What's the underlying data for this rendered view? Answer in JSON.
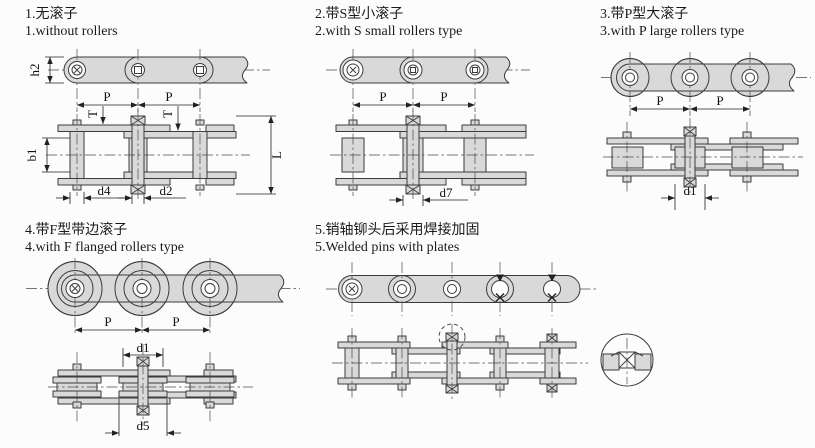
{
  "colors": {
    "steel_fill": "#d9d9d9",
    "line": "#3c3c3c",
    "dim_line": "#222222",
    "text": "#1a1a1a",
    "background": "#fcfcfc"
  },
  "sections": {
    "s1": {
      "title_zh": "1.无滚子",
      "title_en": "1.without rollers",
      "dims": {
        "h2": "h2",
        "p": "P",
        "t": "T",
        "b1": "b1",
        "l": "L",
        "d4": "d4",
        "d2": "d2"
      }
    },
    "s2": {
      "title_zh": "2.带S型小滚子",
      "title_en": "2.with S small rollers type",
      "dims": {
        "p": "P",
        "d7": "d7"
      }
    },
    "s3": {
      "title_zh": "3.带P型大滚子",
      "title_en": "3.with P large rollers type",
      "dims": {
        "p": "P",
        "d1": "d1"
      }
    },
    "s4": {
      "title_zh": "4.带F型带边滚子",
      "title_en": "4.with F flanged rollers type",
      "dims": {
        "p": "P",
        "d1": "d1",
        "d5": "d5"
      }
    },
    "s5": {
      "title_zh": "5.销轴铆头后采用焊接加固",
      "title_en": "5.Welded pins with plates"
    }
  }
}
